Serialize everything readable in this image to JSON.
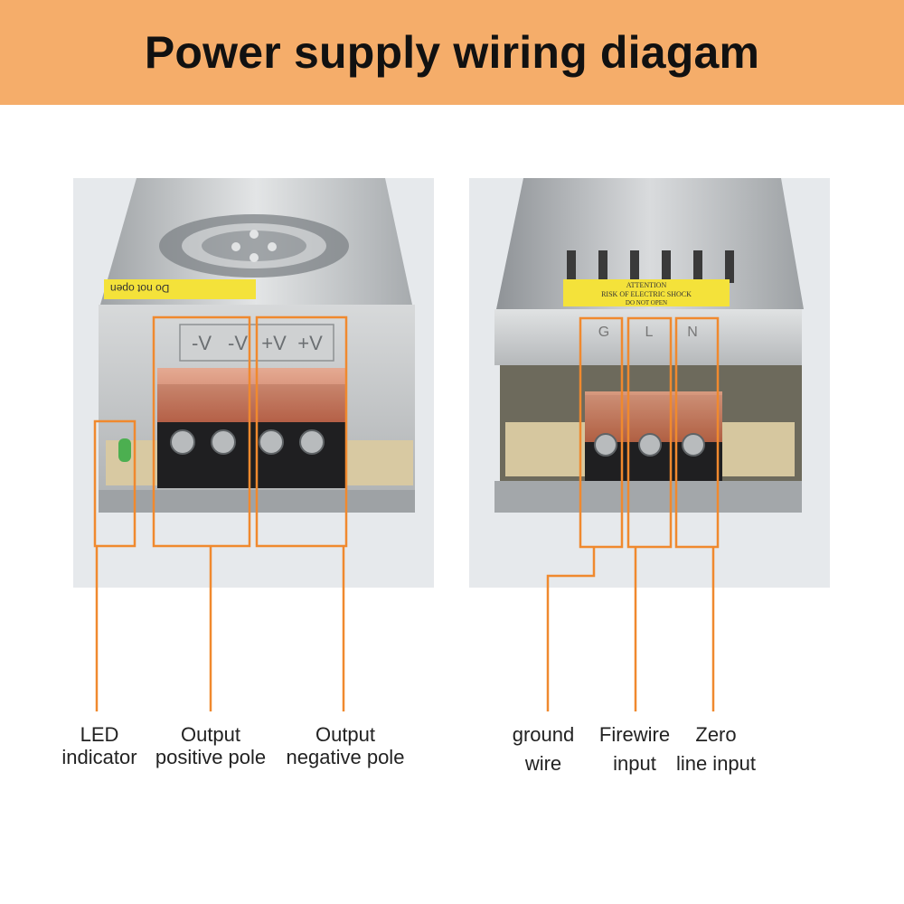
{
  "title": "Power supply wiring diagam",
  "colors": {
    "banner": "#f5ad6a",
    "highlight": "#f0892e",
    "background": "#ffffff",
    "photo_bg": "#e6e9ec",
    "terminal_cover": "#d9805e",
    "metal": "#c9ccce",
    "label_yellow": "#f4e23a"
  },
  "left_photo": {
    "terminal_markings": [
      "-V",
      "-V",
      "+V",
      "+V"
    ],
    "warning_sticker": "Do not open"
  },
  "right_photo": {
    "warning_lines": [
      "ATTENTION",
      "RISK OF ELECTRIC SHOCK",
      "DO NOT OPEN"
    ],
    "terminal_markings": [
      "G",
      "L",
      "N"
    ]
  },
  "labels": {
    "led": {
      "line1": "LED",
      "line2": "indicator"
    },
    "output_positive": {
      "line1": "Output",
      "line2": "positive pole"
    },
    "output_negative": {
      "line1": "Output",
      "line2": "negative pole"
    },
    "ground": {
      "line1": "ground",
      "line2": "wire"
    },
    "firewire": {
      "line1": "Firewire",
      "line2": "input"
    },
    "zero": {
      "line1": "Zero",
      "line2": "line input"
    }
  }
}
